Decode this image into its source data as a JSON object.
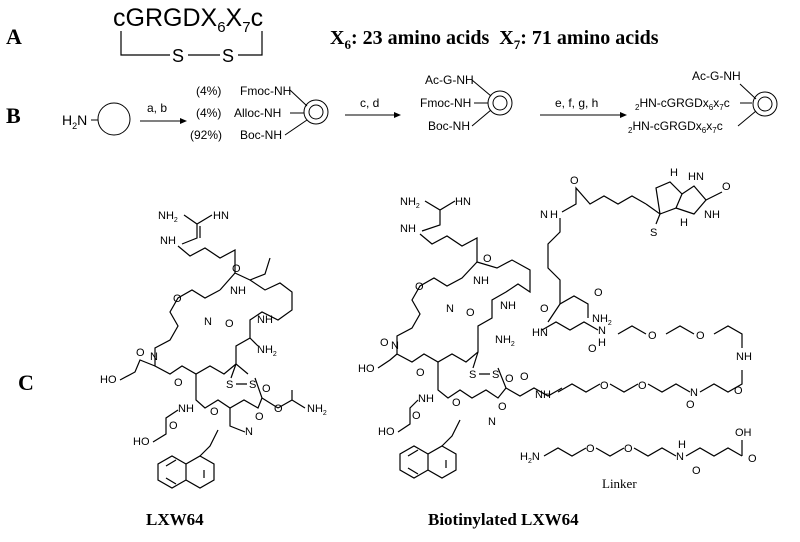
{
  "panel_a": {
    "label": "A",
    "peptide": {
      "c": "c",
      "grgd": "GRGDX",
      "sub6": "6",
      "x": "X",
      "sub7": "7",
      "c_end": "c"
    },
    "disulfide_s": "S",
    "annotation": {
      "x6": "X",
      "x6_sub": "6",
      "x6_text": ": 23 amino acids  ",
      "x7": "X",
      "x7_sub": "7",
      "x7_text": ": 71 amino acids"
    }
  },
  "panel_b": {
    "label": "B",
    "start": "H",
    "start_sub": "2",
    "start_n": "N",
    "step1": "a, b",
    "step2": "c, d",
    "step3": "e, f, g, h",
    "int1": [
      {
        "pct": "(4%)",
        "group": "Fmoc-NH"
      },
      {
        "pct": "(4%)",
        "group": "Alloc-NH"
      },
      {
        "pct": "(92%)",
        "group": "Boc-NH"
      }
    ],
    "int2": [
      "Ac-G-NH",
      "Fmoc-NH",
      "Boc-NH"
    ],
    "product": {
      "top": "Ac-G-NH",
      "line2_pre": "2",
      "line2": "HN-cGRGDx",
      "line2_s6": "6",
      "line2_x": "x",
      "line2_s7": "7",
      "line2_c": "c",
      "line3_pre": "2",
      "line3": "HN-cGRGDx",
      "line3_s6": "6",
      "line3_x": "x",
      "line3_s7": "7",
      "line3_c": "c"
    }
  },
  "panel_c": {
    "label": "C",
    "lxw64": {
      "nh2_top": "NH",
      "nh2_top_sub": "2",
      "hn_top": "HN",
      "nh_guan": "NH",
      "o1": "O",
      "o2": "O",
      "nh1": "NH",
      "nh2": "NH",
      "n1": "N",
      "n2": "N",
      "o3": "O",
      "nh2_amine": "NH",
      "nh2_amine_sub": "2",
      "ho1": "HO",
      "o4": "O",
      "o5": "O",
      "s1": "S",
      "s2": "S",
      "o6": "O",
      "nh_c": "NH",
      "nh2_c": "NH",
      "nh2_c_sub": "2",
      "o7": "O",
      "ho2": "HO",
      "n3": "N",
      "o8": "O"
    },
    "biotin": {
      "nh2_top": "NH",
      "nh2_top_sub": "2",
      "hn_top": "HN",
      "nh_guan": "NH",
      "o_ring": "O",
      "hn_ring": "HN",
      "nh_ring": "NH",
      "s_ring": "S",
      "h1": "H",
      "h2": "H",
      "o_amide": "O",
      "n_amide": "N",
      "h_amide": "H",
      "nh2_lys": "NH",
      "nh2_lys_sub": "2",
      "o_lys": "O",
      "hn_lys": "HN",
      "o_succ": "O",
      "n_succ": "N",
      "h_succ": "H",
      "o_peg1": "O",
      "o_peg2": "O",
      "nh_peg_end": "NH",
      "o_succ2": "O",
      "linker_text": "Linker",
      "h2n_linker": "H",
      "h2n_linker_sub": "2",
      "h2n_linker_n": "N",
      "o_link1": "O",
      "o_link2": "O",
      "n_link": "N",
      "h_link": "H",
      "o_link3": "O",
      "oh_link": "OH",
      "o_link4": "O"
    },
    "names": {
      "left": "LXW64",
      "right": "Biotinylated LXW64"
    }
  }
}
